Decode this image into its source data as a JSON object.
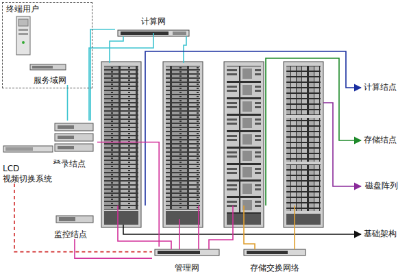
{
  "diagram": {
    "nodes": [
      {
        "text": [
          "终端用户"
        ]
      },
      {
        "text": [
          "服务域网"
        ],
        "in": 0
      },
      {
        "text": [
          "计算网"
        ]
      },
      {
        "text": [
          "登录结点"
        ]
      },
      {
        "text": [
          "LCD 视频切换系统"
        ]
      },
      {
        "text": [
          "监控结点"
        ]
      },
      {
        "text": [
          "管理网"
        ]
      },
      {
        "text": [
          "存储交换网络"
        ]
      }
    ],
    "edges": [
      {
        "from": 1,
        "to": 3,
        "arrow": "none"
      },
      {
        "from": 3,
        "to": 2,
        "arrow": "none"
      },
      {
        "from": 4,
        "to": 6,
        "arrow": "none"
      },
      {
        "from": 5,
        "to": 6,
        "arrow": "none"
      },
      {
        "from": 3,
        "to": 6,
        "arrow": "none"
      }
    ],
    "labels": [
      "计算结点",
      "存储结点",
      "磁盘阵列",
      "基础架构"
    ]
  }
}
